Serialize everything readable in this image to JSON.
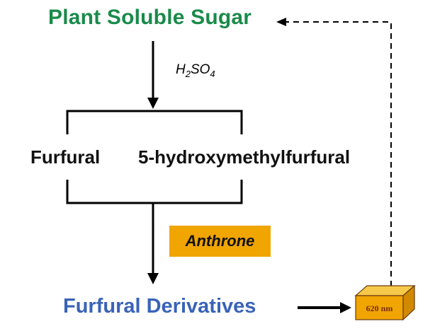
{
  "nodes": {
    "source": "Plant Soluble Sugar",
    "reagent_main": "H",
    "reagent_sub1": "2",
    "reagent_mid": "SO",
    "reagent_sub2": "4",
    "product_left": "Furfural",
    "product_right": "5-hydroxymethylfurfural",
    "second_reagent": "Anthrone",
    "result": "Furfural Derivatives",
    "measurement": "620 nm"
  },
  "colors": {
    "source_text": "#1a8a4a",
    "result_text": "#3a63b8",
    "anthrone_box": "#f0a500",
    "cuvette": "#f0a500"
  }
}
